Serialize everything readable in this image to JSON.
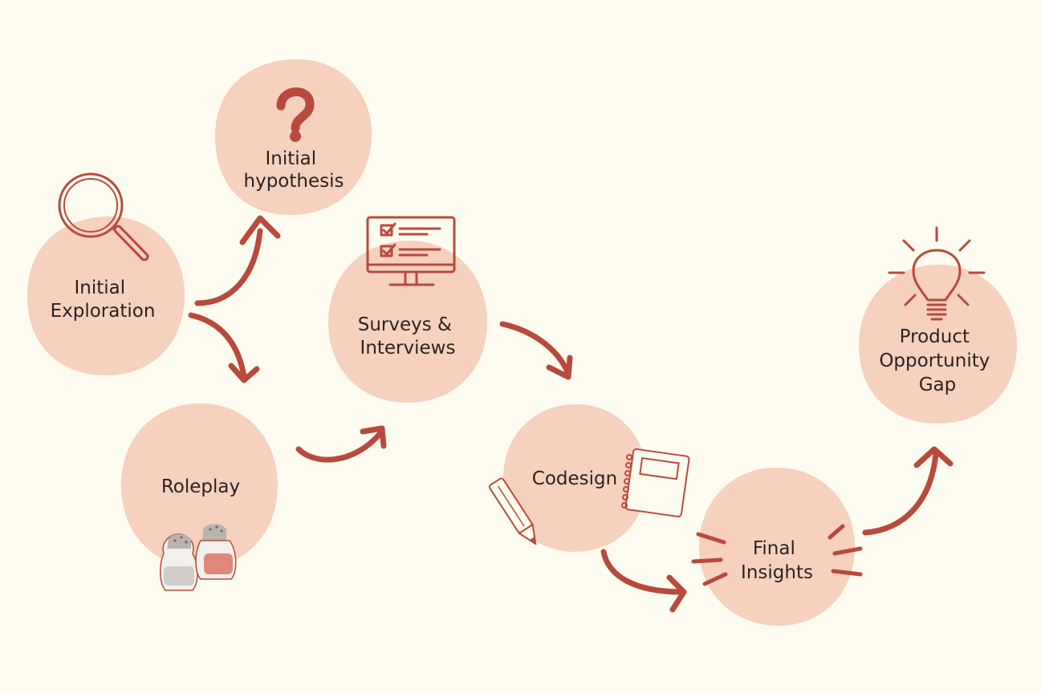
{
  "colors": {
    "background": "#fefcf0",
    "blob": "#f6d1bd",
    "accent": "#b84a3d",
    "text": "#2b2322"
  },
  "nodes": [
    {
      "id": "initial-hypothesis",
      "lines": [
        "Initial",
        "hypothesis"
      ],
      "icon": "question-mark-icon"
    },
    {
      "id": "initial-exploration",
      "lines": [
        "Initial",
        "Exploration"
      ],
      "icon": "magnifying-glass-icon"
    },
    {
      "id": "surveys-interviews",
      "lines": [
        "Surveys &",
        "Interviews"
      ],
      "icon": "monitor-checklist-icon"
    },
    {
      "id": "roleplay",
      "lines": [
        "Roleplay"
      ],
      "icon": "salt-pepper-shakers-icon"
    },
    {
      "id": "codesign",
      "lines": [
        "Codesign"
      ],
      "icon": "notebook-pencil-icon"
    },
    {
      "id": "final-insights",
      "lines": [
        "Final",
        "Insights"
      ],
      "icon": "burst-lines-icon"
    },
    {
      "id": "product-opportunity-gap",
      "lines": [
        "Product",
        "Opportunity",
        "Gap"
      ],
      "icon": "lightbulb-icon"
    }
  ],
  "edges": [
    {
      "from": "initial-exploration",
      "to": "initial-hypothesis"
    },
    {
      "from": "initial-exploration",
      "to": "roleplay"
    },
    {
      "from": "roleplay",
      "to": "surveys-interviews"
    },
    {
      "from": "surveys-interviews",
      "to": "codesign"
    },
    {
      "from": "codesign",
      "to": "final-insights"
    },
    {
      "from": "final-insights",
      "to": "product-opportunity-gap"
    }
  ]
}
